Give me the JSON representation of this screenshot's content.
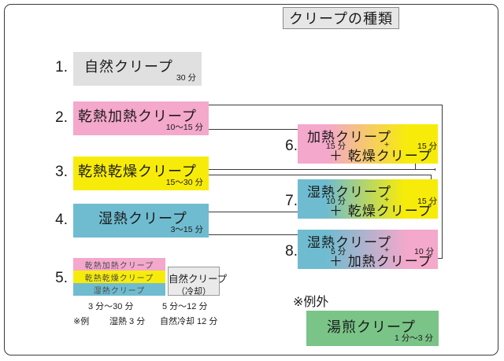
{
  "title": {
    "text": "クリープの種類"
  },
  "left_items": [
    {
      "num": "1.",
      "label": "自然クリープ",
      "duration": "30 分",
      "color": "#e0e0e0",
      "color_name": "gray"
    },
    {
      "num": "2.",
      "label": "乾熱加熱クリープ",
      "duration": "10〜15 分",
      "color": "#f4a8cb",
      "color_name": "pink"
    },
    {
      "num": "3.",
      "label": "乾熱乾燥クリープ",
      "duration": "15〜30 分",
      "color": "#f7ec09",
      "color_name": "yellow"
    },
    {
      "num": "4.",
      "label": "湿熱クリープ",
      "duration": "3〜15 分",
      "color": "#6fbcd0",
      "color_name": "blue"
    }
  ],
  "item5": {
    "num": "5.",
    "stack": [
      {
        "label": "乾熱加熱クリープ",
        "color": "#f4a8cb"
      },
      {
        "label": "乾熱乾燥クリープ",
        "color": "#f7ec09"
      },
      {
        "label": "湿熱クリープ",
        "color": "#6fbcd0"
      }
    ],
    "cooling_box": {
      "line1": "自然クリープ",
      "line2": "（冷却）"
    },
    "duration_left": "3 分〜30 分",
    "duration_right": "5 分〜12 分",
    "note_prefix": "※例",
    "note_a": "湿熱 3 分",
    "note_b": "自然冷却 12 分"
  },
  "right_items": [
    {
      "num": "6.",
      "line1": "加熱クリープ",
      "line2": "＋ 乾燥クリープ",
      "t1": "15 分",
      "plus": "+",
      "t2": "15 分",
      "gradient": "pink-to-yellow"
    },
    {
      "num": "7.",
      "line1": "湿熱クリープ",
      "line2": "＋ 乾燥クリープ",
      "t1": "10 分",
      "plus": "+",
      "t2": "15 分",
      "gradient": "blue-to-yellow"
    },
    {
      "num": "8.",
      "line1": "湿熱クリープ",
      "line2": "＋ 加熱クリープ",
      "t1": "5 分",
      "plus": "+",
      "t2": "10 分",
      "gradient": "blue-to-pink"
    }
  ],
  "exception": {
    "label": "※例外",
    "box": {
      "label": "湯煎クリープ",
      "duration": "1 分〜3 分",
      "color": "#7ac487"
    }
  }
}
